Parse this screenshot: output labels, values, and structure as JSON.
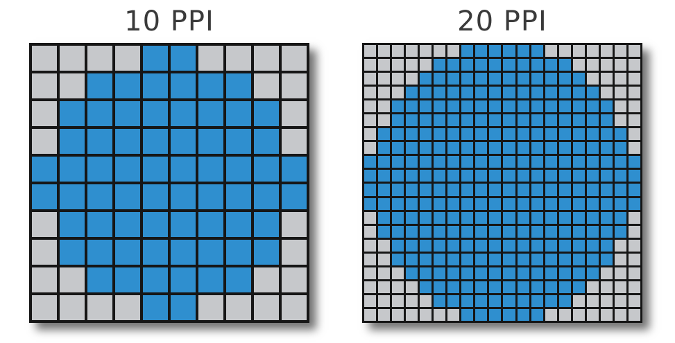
{
  "panels": [
    {
      "title": "10 PPI",
      "resolution": 10,
      "rows": [
        "0000110000",
        "0011111100",
        "0111111110",
        "0111111110",
        "1111111111",
        "1111111111",
        "0111111110",
        "0111111110",
        "0011111100",
        "0000110000"
      ]
    },
    {
      "title": "20 PPI",
      "resolution": 20,
      "rows": [
        "00000001111110000000",
        "00000111111111100000",
        "00001111111111110000",
        "00011111111111111000",
        "00111111111111111100",
        "00111111111111111100",
        "01111111111111111110",
        "01111111111111111110",
        "11111111111111111111",
        "11111111111111111111",
        "11111111111111111111",
        "11111111111111111111",
        "01111111111111111110",
        "01111111111111111110",
        "00111111111111111100",
        "00111111111111111100",
        "00011111111111111000",
        "00001111111111110000",
        "00000111111111100000",
        "00000001111110000000"
      ]
    }
  ],
  "colors": {
    "filled": "#2f8fcf",
    "empty": "#c6c8cb",
    "gridline": "#161616",
    "title": "#3a3a3a"
  }
}
